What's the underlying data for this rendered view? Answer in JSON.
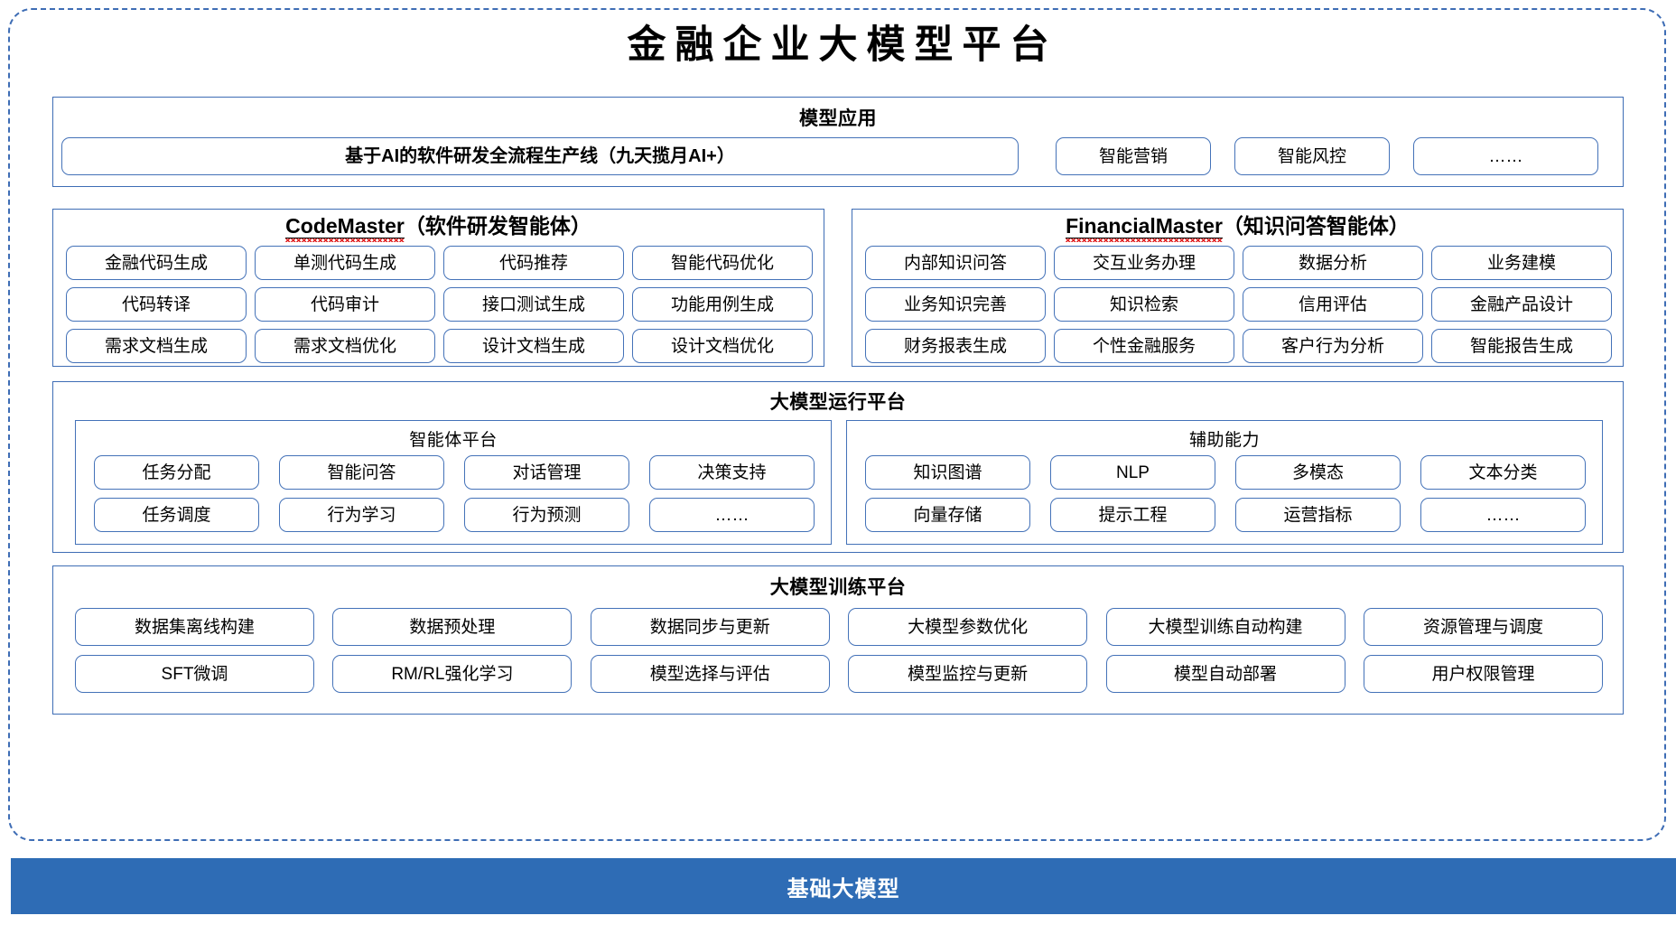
{
  "title": "金融企业大模型平台",
  "application": {
    "heading": "模型应用",
    "pipeline": "基于AI的软件研发全流程生产线（九天揽月AI+）",
    "marketing": "智能营销",
    "riskcontrol": "智能风控",
    "more": "……"
  },
  "codemaster": {
    "name": "CodeMaster",
    "suffix": "（软件研发智能体）",
    "rows": [
      [
        "金融代码生成",
        "单测代码生成",
        "代码推荐",
        "智能代码优化"
      ],
      [
        "代码转译",
        "代码审计",
        "接口测试生成",
        "功能用例生成"
      ],
      [
        "需求文档生成",
        "需求文档优化",
        "设计文档生成",
        "设计文档优化"
      ]
    ]
  },
  "financialmaster": {
    "name": "FinancialMaster",
    "suffix": "（知识问答智能体）",
    "rows": [
      [
        "内部知识问答",
        "交互业务办理",
        "数据分析",
        "业务建模"
      ],
      [
        "业务知识完善",
        "知识检索",
        "信用评估",
        "金融产品设计"
      ],
      [
        "财务报表生成",
        "个性金融服务",
        "客户行为分析",
        "智能报告生成"
      ]
    ]
  },
  "runtime": {
    "heading": "大模型运行平台",
    "agent_platform": {
      "heading": "智能体平台",
      "rows": [
        [
          "任务分配",
          "智能问答",
          "对话管理",
          "决策支持"
        ],
        [
          "任务调度",
          "行为学习",
          "行为预测",
          "……"
        ]
      ]
    },
    "auxiliary": {
      "heading": "辅助能力",
      "rows": [
        [
          "知识图谱",
          "NLP",
          "多模态",
          "文本分类"
        ],
        [
          "向量存储",
          "提示工程",
          "运营指标",
          "……"
        ]
      ]
    }
  },
  "training": {
    "heading": "大模型训练平台",
    "rows": [
      [
        "数据集离线构建",
        "数据预处理",
        "数据同步与更新",
        "大模型参数优化",
        "大模型训练自动构建",
        "资源管理与调度"
      ],
      [
        "SFT微调",
        "RM/RL强化学习",
        "模型选择与评估",
        "模型监控与更新",
        "模型自动部署",
        "用户权限管理"
      ]
    ]
  },
  "foundation": {
    "label": "基础大模型"
  },
  "colors": {
    "accent_blue": "#2E6CB5",
    "border_blue": "#4472B8",
    "dashed_blue": "#3E6DB5",
    "squiggle_red": "#e02020"
  }
}
